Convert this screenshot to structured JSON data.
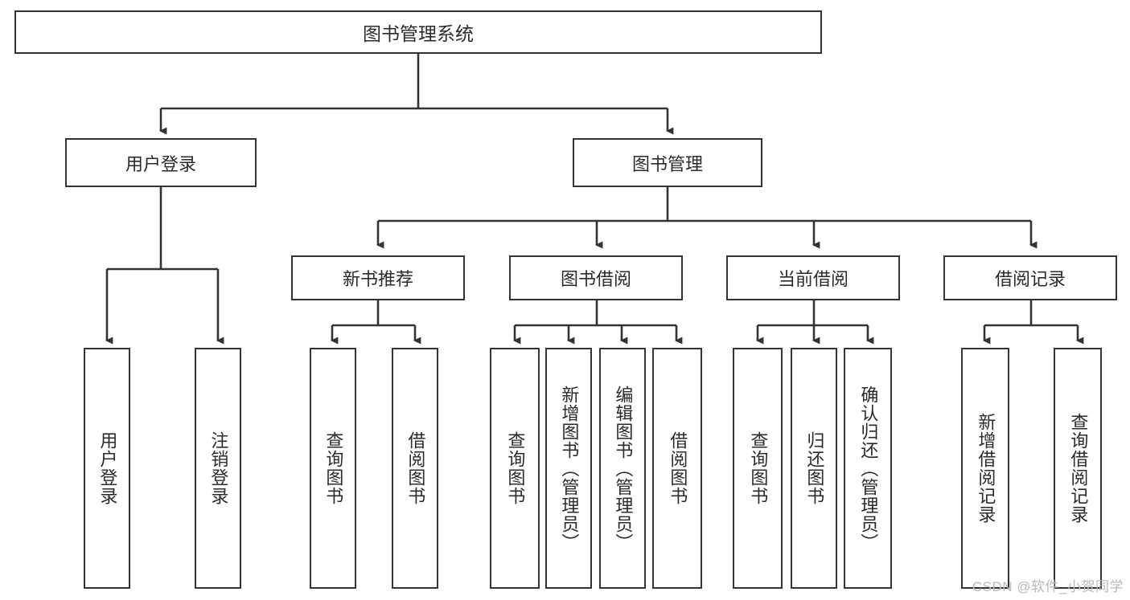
{
  "diagram": {
    "title_node": {
      "label": "图书管理系统"
    },
    "branches": [
      {
        "label": "用户登录"
      },
      {
        "label": "图书管理"
      }
    ],
    "subbranches": [
      {
        "label": "新书推荐"
      },
      {
        "label": "图书借阅"
      },
      {
        "label": "当前借阅"
      },
      {
        "label": "借阅记录"
      }
    ],
    "leaves": {
      "user_login": [
        {
          "label": "用户登录"
        },
        {
          "label": "注销登录"
        }
      ],
      "new_book_recommend": [
        {
          "label": "查询图书"
        },
        {
          "label": "借阅图书"
        }
      ],
      "book_borrow": [
        {
          "label": "查询图书"
        },
        {
          "label": "新增图书（管理员）"
        },
        {
          "label": "编辑图书（管理员）"
        },
        {
          "label": "借阅图书"
        }
      ],
      "current_borrow": [
        {
          "label": "查询图书"
        },
        {
          "label": "归还图书"
        },
        {
          "label": "确认归还（管理员）"
        }
      ],
      "borrow_records": [
        {
          "label": "新增借阅记录"
        },
        {
          "label": "查询借阅记录"
        }
      ]
    }
  },
  "watermark": {
    "text": "CSDN @软件_小贺同学"
  },
  "colors": {
    "line": "#333333",
    "box_border": "#333333",
    "box_fill": "#ffffff",
    "text": "#2b2b2b",
    "watermark": "#b9b9b9"
  }
}
